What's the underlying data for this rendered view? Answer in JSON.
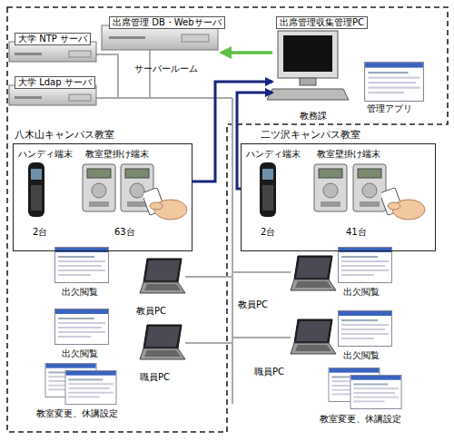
{
  "diagram": {
    "nodes": [
      {
        "text": [
          "出席管理 DB・Webサーバ"
        ]
      },
      {
        "text": [
          "大学 NTP サーバ"
        ]
      },
      {
        "text": [
          "大学 Ldap サーバ"
        ]
      },
      {
        "text": [
          "出席管理収集管理PC"
        ]
      },
      {
        "text": [
          "八木山キャンパス教室",
          "ハンディ端末",
          "教室壁掛け端末",
          "2台",
          "63台"
        ]
      },
      {
        "text": [
          "二ツ沢キャンパス教室",
          "ハンディ端末",
          "教室壁掛け端末",
          "2台",
          "41台"
        ]
      },
      {
        "text": [
          "教員PC"
        ]
      },
      {
        "text": [
          "職員PC"
        ]
      },
      {
        "text": [
          "教員PC"
        ]
      },
      {
        "text": [
          "職員PC"
        ]
      }
    ],
    "edges": [
      {
        "from": 3,
        "to": 0,
        "arrow": "to"
      },
      {
        "from": 4,
        "to": 3,
        "arrow": "to"
      },
      {
        "from": 5,
        "to": 3,
        "arrow": "to"
      }
    ],
    "labels": [
      "サーバールーム",
      "管理アプリ",
      "教務課",
      "出欠閲覧",
      "出欠閲覧",
      "教室変更、休講設定",
      "出欠閲覧",
      "出欠閲覧",
      "教室変更、休講設定"
    ]
  }
}
